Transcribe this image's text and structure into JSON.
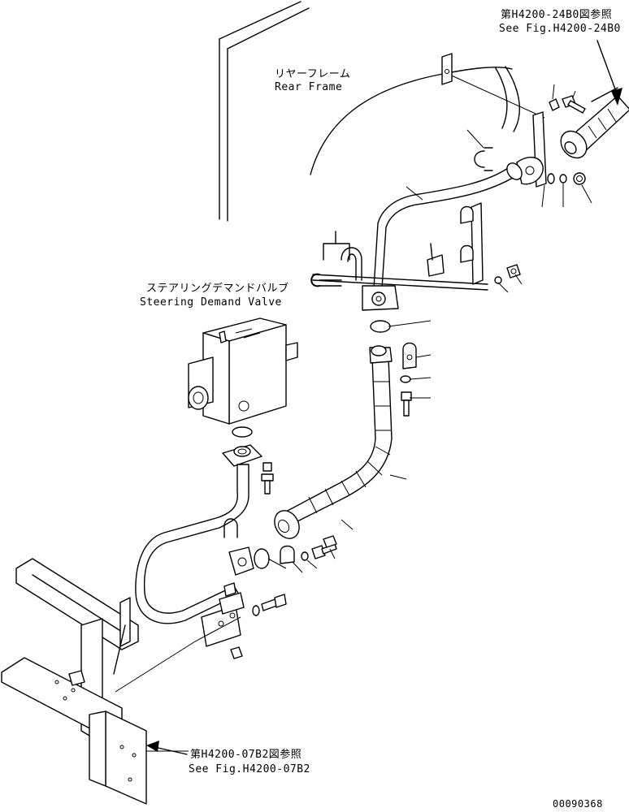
{
  "labels": {
    "ref_top_jp": "第H4200-24B0図参照",
    "ref_top_en": "See Fig.H4200-24B0",
    "rear_frame_jp": "リヤーフレーム",
    "rear_frame_en": "Rear Frame",
    "valve_jp": "ステアリングデマンドバルブ",
    "valve_en": "Steering Demand Valve",
    "ref_bottom_jp": "第H4200-07B2図参照",
    "ref_bottom_en": "See Fig.H4200-07B2",
    "drawing_number": "00090368"
  }
}
